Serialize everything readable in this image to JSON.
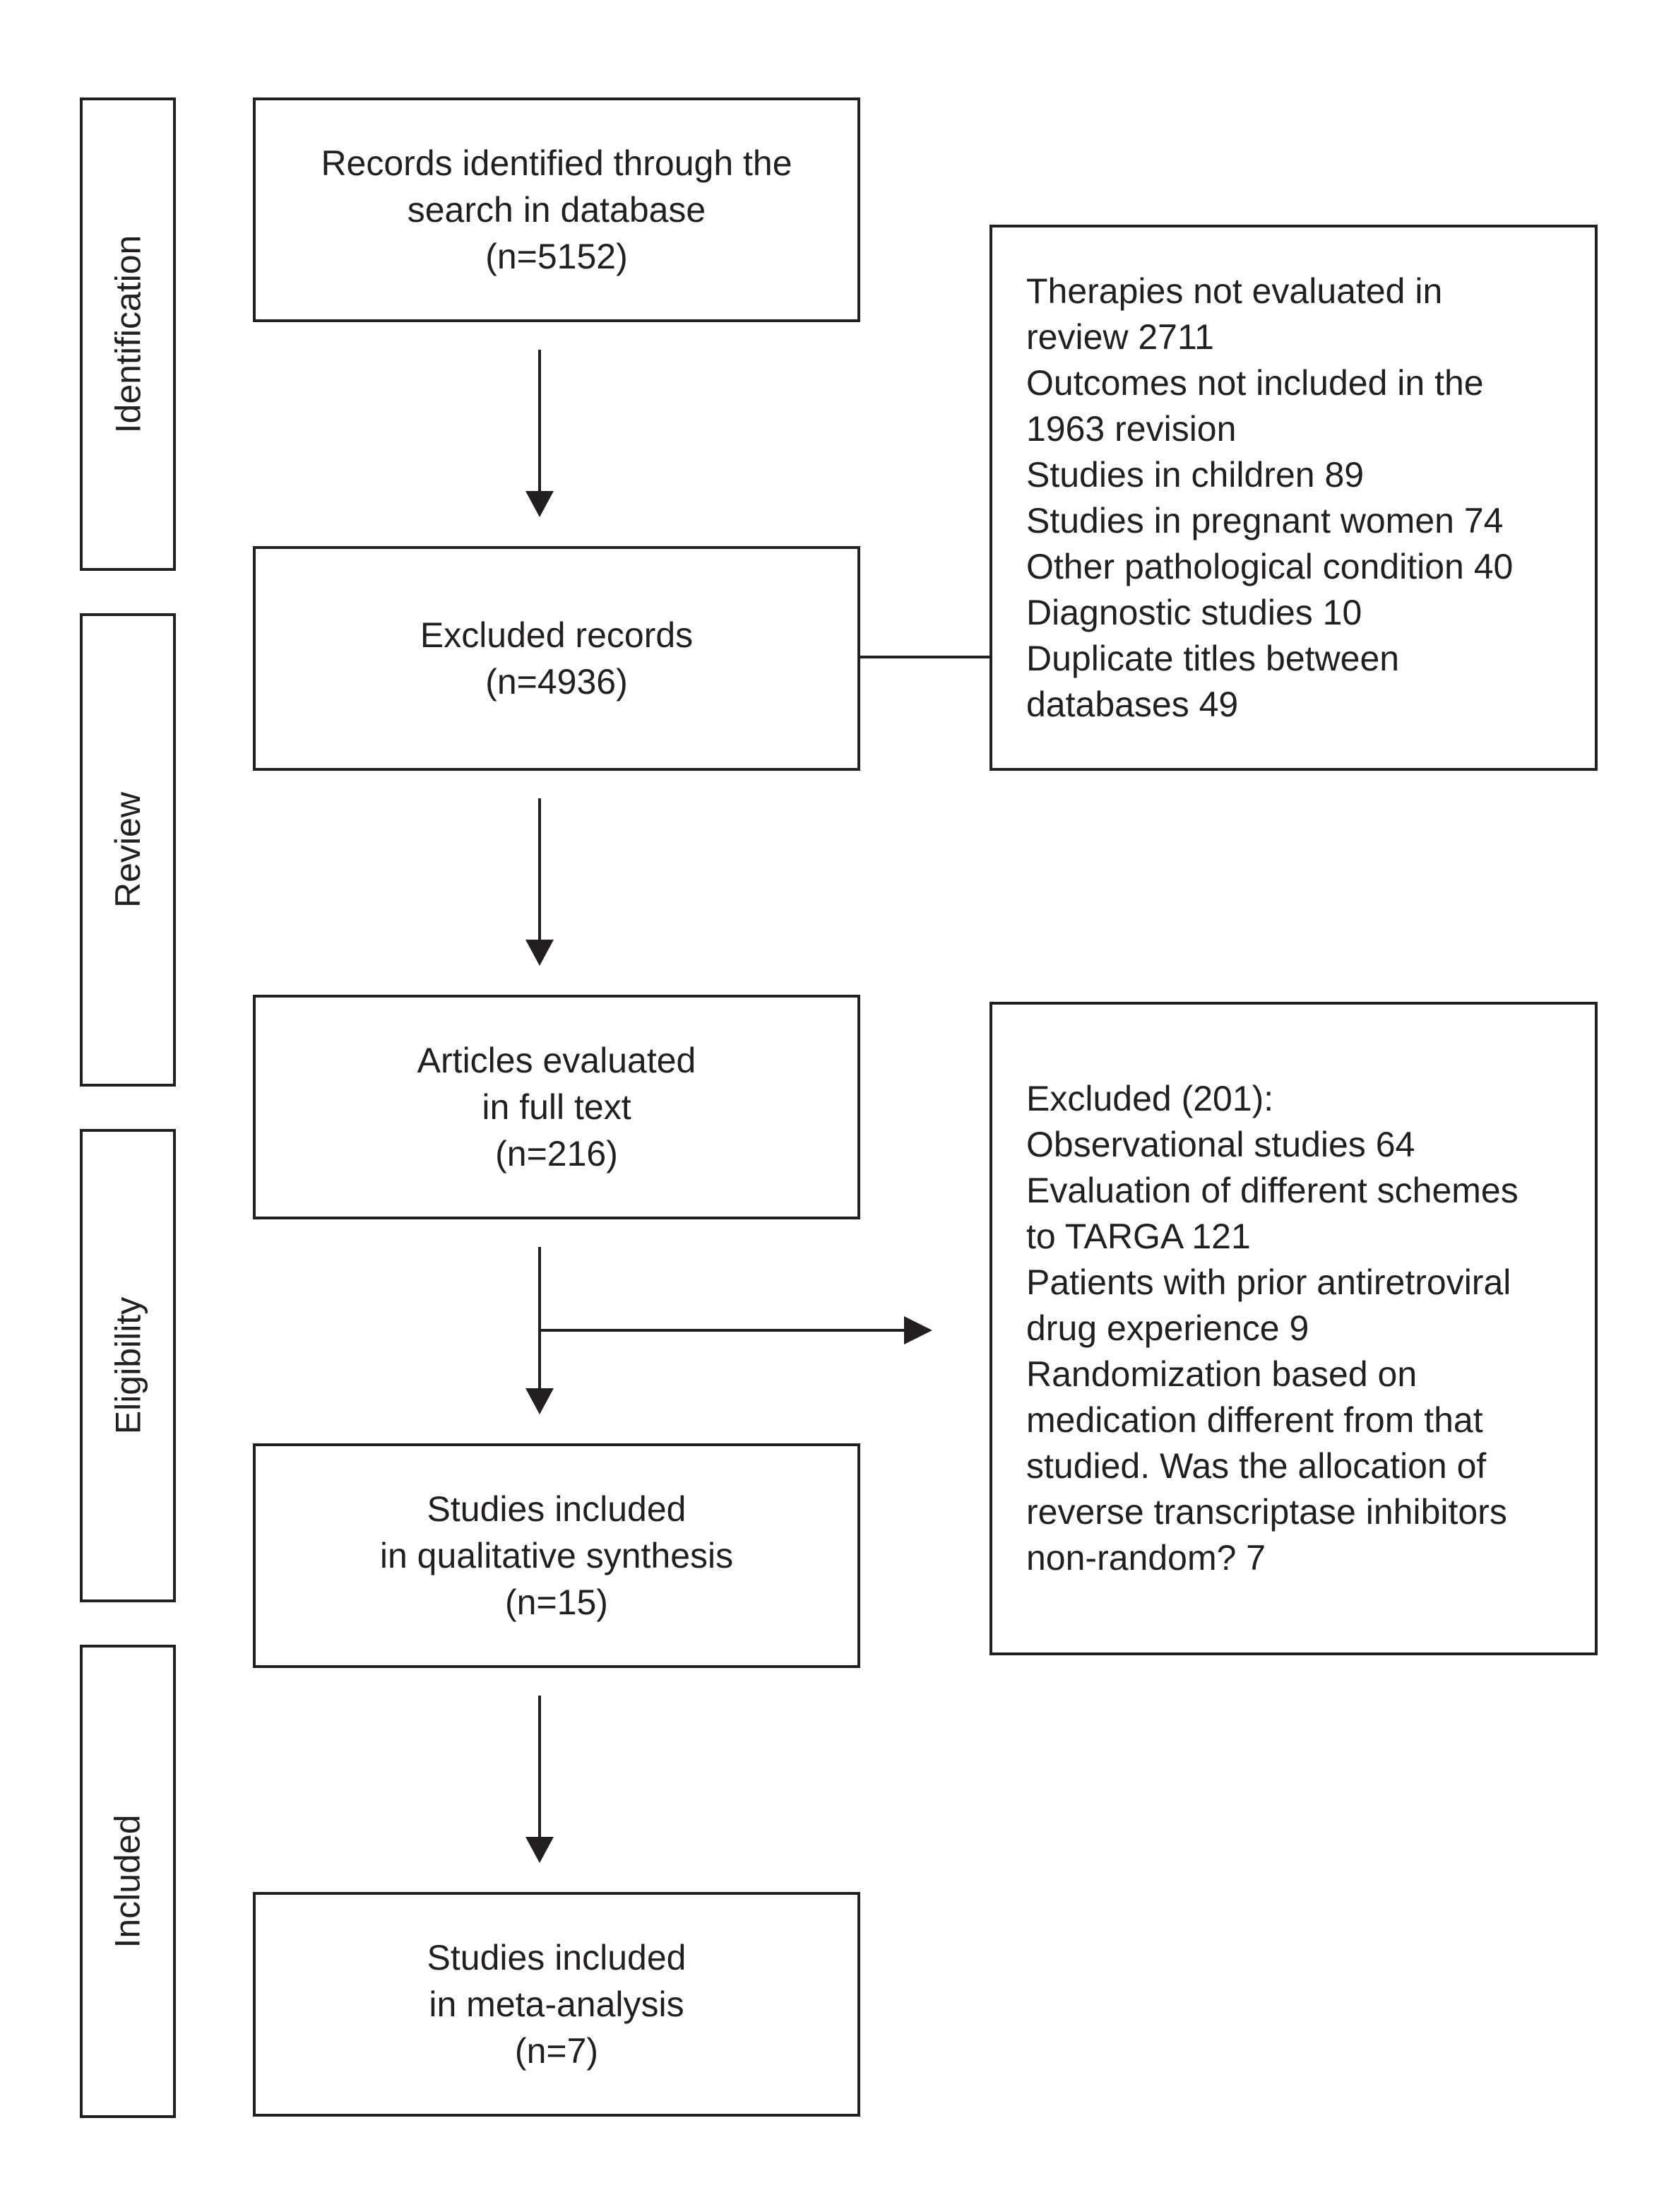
{
  "stages": {
    "identification": "Identification",
    "review": "Review",
    "eligibility": "Eligibility",
    "included": "Included"
  },
  "boxes": {
    "identified": {
      "line1": "Records identified through the",
      "line2": "search in database",
      "line3": "(n=5152)"
    },
    "excluded_records": {
      "line1": "Excluded records",
      "line2": "(n=4936)"
    },
    "full_text": {
      "line1": "Articles evaluated",
      "line2": "in full text",
      "line3": "(n=216)"
    },
    "qualitative": {
      "line1": "Studies included",
      "line2": "in qualitative synthesis",
      "line3": "(n=15)"
    },
    "meta": {
      "line1": "Studies included",
      "line2": "in meta-analysis",
      "line3": "(n=7)"
    }
  },
  "exclusion_reasons_1": [
    "Therapies not evaluated in",
    "review 2711",
    "Outcomes not included in the",
    "1963 revision",
    "Studies in children 89",
    "Studies in pregnant women 74",
    "Other pathological condition 40",
    "Diagnostic studies 10",
    "Duplicate titles between",
    "databases 49"
  ],
  "exclusion_reasons_2": [
    "Excluded (201):",
    "Observational studies 64",
    "Evaluation of different schemes",
    "to TARGA 121",
    "Patients with prior antiretroviral",
    "drug experience 9",
    "Randomization based on",
    "medication different from that",
    "studied. Was the allocation of",
    "reverse transcriptase inhibitors",
    "non-random? 7"
  ]
}
